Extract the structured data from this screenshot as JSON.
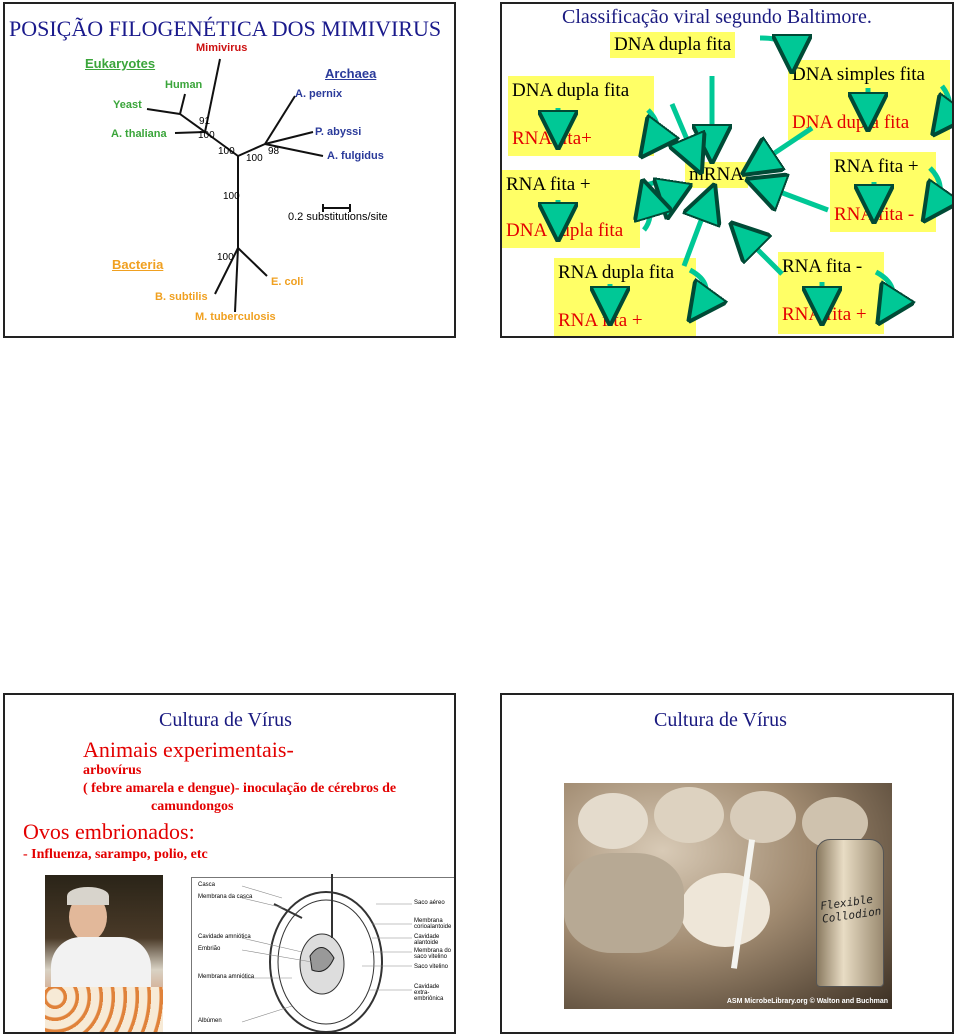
{
  "slide1": {
    "title": "POSIÇÃO FILOGENÉTICA DOS MIMIVIRUS",
    "groups": {
      "eukaryotes": "Eukaryotes",
      "archaea": "Archaea",
      "bacteria": "Bacteria"
    },
    "taxa": {
      "mimivirus": "Mimivirus",
      "human": "Human",
      "yeast": "Yeast",
      "thaliana": "A. thaliana",
      "pernix": "A. pernix",
      "abyssi": "P. abyssi",
      "fulgidus": "A. fulgidus",
      "coli": "E. coli",
      "subtilis": "B. subtilis",
      "tuberculosis": "M. tuberculosis"
    },
    "bootstrap": {
      "b91": "91",
      "b100a": "100",
      "b100b": "100",
      "b100c": "100",
      "b98": "98",
      "b100d": "100",
      "b100e": "100"
    },
    "scale_label": "0.2 substitutions/site",
    "colors": {
      "title": "#1a1a8c",
      "eukaryotes": "#3aa53a",
      "archaea": "#2a3a9a",
      "bacteria": "#f0a020",
      "mimivirus": "#cc1111"
    }
  },
  "slide2": {
    "title": "Classificação viral segundo Baltimore.",
    "center": "mRNA",
    "boxes": {
      "top_center": "DNA dupla fita",
      "left1_a": "DNA dupla fita",
      "left1_b": "RNA fita+",
      "left2_a": "RNA fita +",
      "left2_b": "DNA dupla fita",
      "bottom1_a": "RNA dupla fita",
      "bottom1_b": "RNA fita +",
      "right1_a": "DNA simples fita",
      "right1_b": "DNA dupla fita",
      "right2_a": "RNA fita +",
      "right2_b": "RNA fita -",
      "bottom2_a": "RNA fita -",
      "bottom2_b": "RNA fita +"
    },
    "colors": {
      "box": "#ffff66",
      "arrow": "#00c896",
      "red": "#e30000"
    }
  },
  "slide3": {
    "title": "Cultura de Vírus",
    "animals": "Animais experimentais-",
    "arbo": "arbovírus",
    "febre": "( febre amarela e dengue)- inoculação de cérebros de",
    "camundongos": "camundongos",
    "ovos": "Ovos embrionados:",
    "influenza": "- Influenza, sarampo, polio, etc",
    "diagram_left": [
      "Casca",
      "Membrana da casca",
      "Cavidade amniótica",
      "Embrião",
      "Membrana amniótica",
      "Albúmen"
    ],
    "diagram_right": [
      "Saco aéreo",
      "Membrana corioalantoide",
      "Cavidade alantoide",
      "Membrana do saco vitelino",
      "Saco vitelino",
      "Cavidade extra-embriônica"
    ]
  },
  "slide4": {
    "title": "Cultura de Vírus",
    "bottle_label": "Flexible Collodion",
    "credit": "ASM MicrobeLibrary.org © Walton and Buchman"
  }
}
